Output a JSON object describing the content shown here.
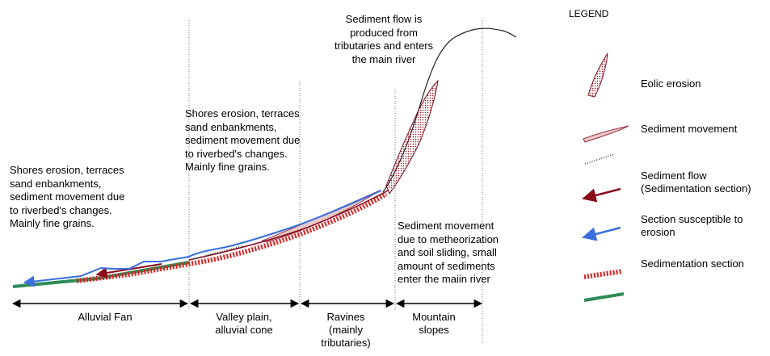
{
  "legend": {
    "title": "LEGEND",
    "items": [
      {
        "label": "Eolic erosion",
        "icon": "eolic-erosion-symbol"
      },
      {
        "label": "Sediment movement",
        "icon": "sediment-movement-symbol"
      },
      {
        "label": "Sediment flow\n(Sedimentation section)",
        "icon": "sediment-flow-symbol"
      },
      {
        "label": "Section susceptible to\nerosion",
        "icon": "erosion-section-symbol"
      },
      {
        "label": "Sedimentation section",
        "icon": "sedimentation-section-symbol"
      },
      {
        "label": "",
        "icon": "riverbed-line-symbol"
      }
    ]
  },
  "annotations": {
    "alluvial_fan_note": "Shores erosion, terraces\nsand enbankments,\nsediment movement due\nto riverbed's changes.\nMainly fine grains.",
    "valley_note": "Shores erosion, terraces\nsand enbankments,\nsediment movement due\nto riverbed's changes.\nMainly fine grains.",
    "tributaries_note": "Sediment flow is\nproduced from\ntributaries and enters\nthe main river",
    "mountain_note": "Sediment movement\ndue to metheorization\nand soil sliding, small\namount of sediments\nenter the maiin river"
  },
  "zones": [
    {
      "label": "Alluvial Fan"
    },
    {
      "label": "Valley plain,\nalluvial cone"
    },
    {
      "label": "Ravines\n(mainly\ntributaries)"
    },
    {
      "label": "Mountain\nslopes"
    }
  ],
  "colors": {
    "eolic": "#7a1020",
    "sediment_movement_fill": "#e8c8c8",
    "sediment_movement_stroke": "#9a3040",
    "sediment_flow": "#8b0a1a",
    "erosion": "#3a6fe0",
    "sedimentation": "#e02020",
    "riverbed": "#2e8b57"
  }
}
